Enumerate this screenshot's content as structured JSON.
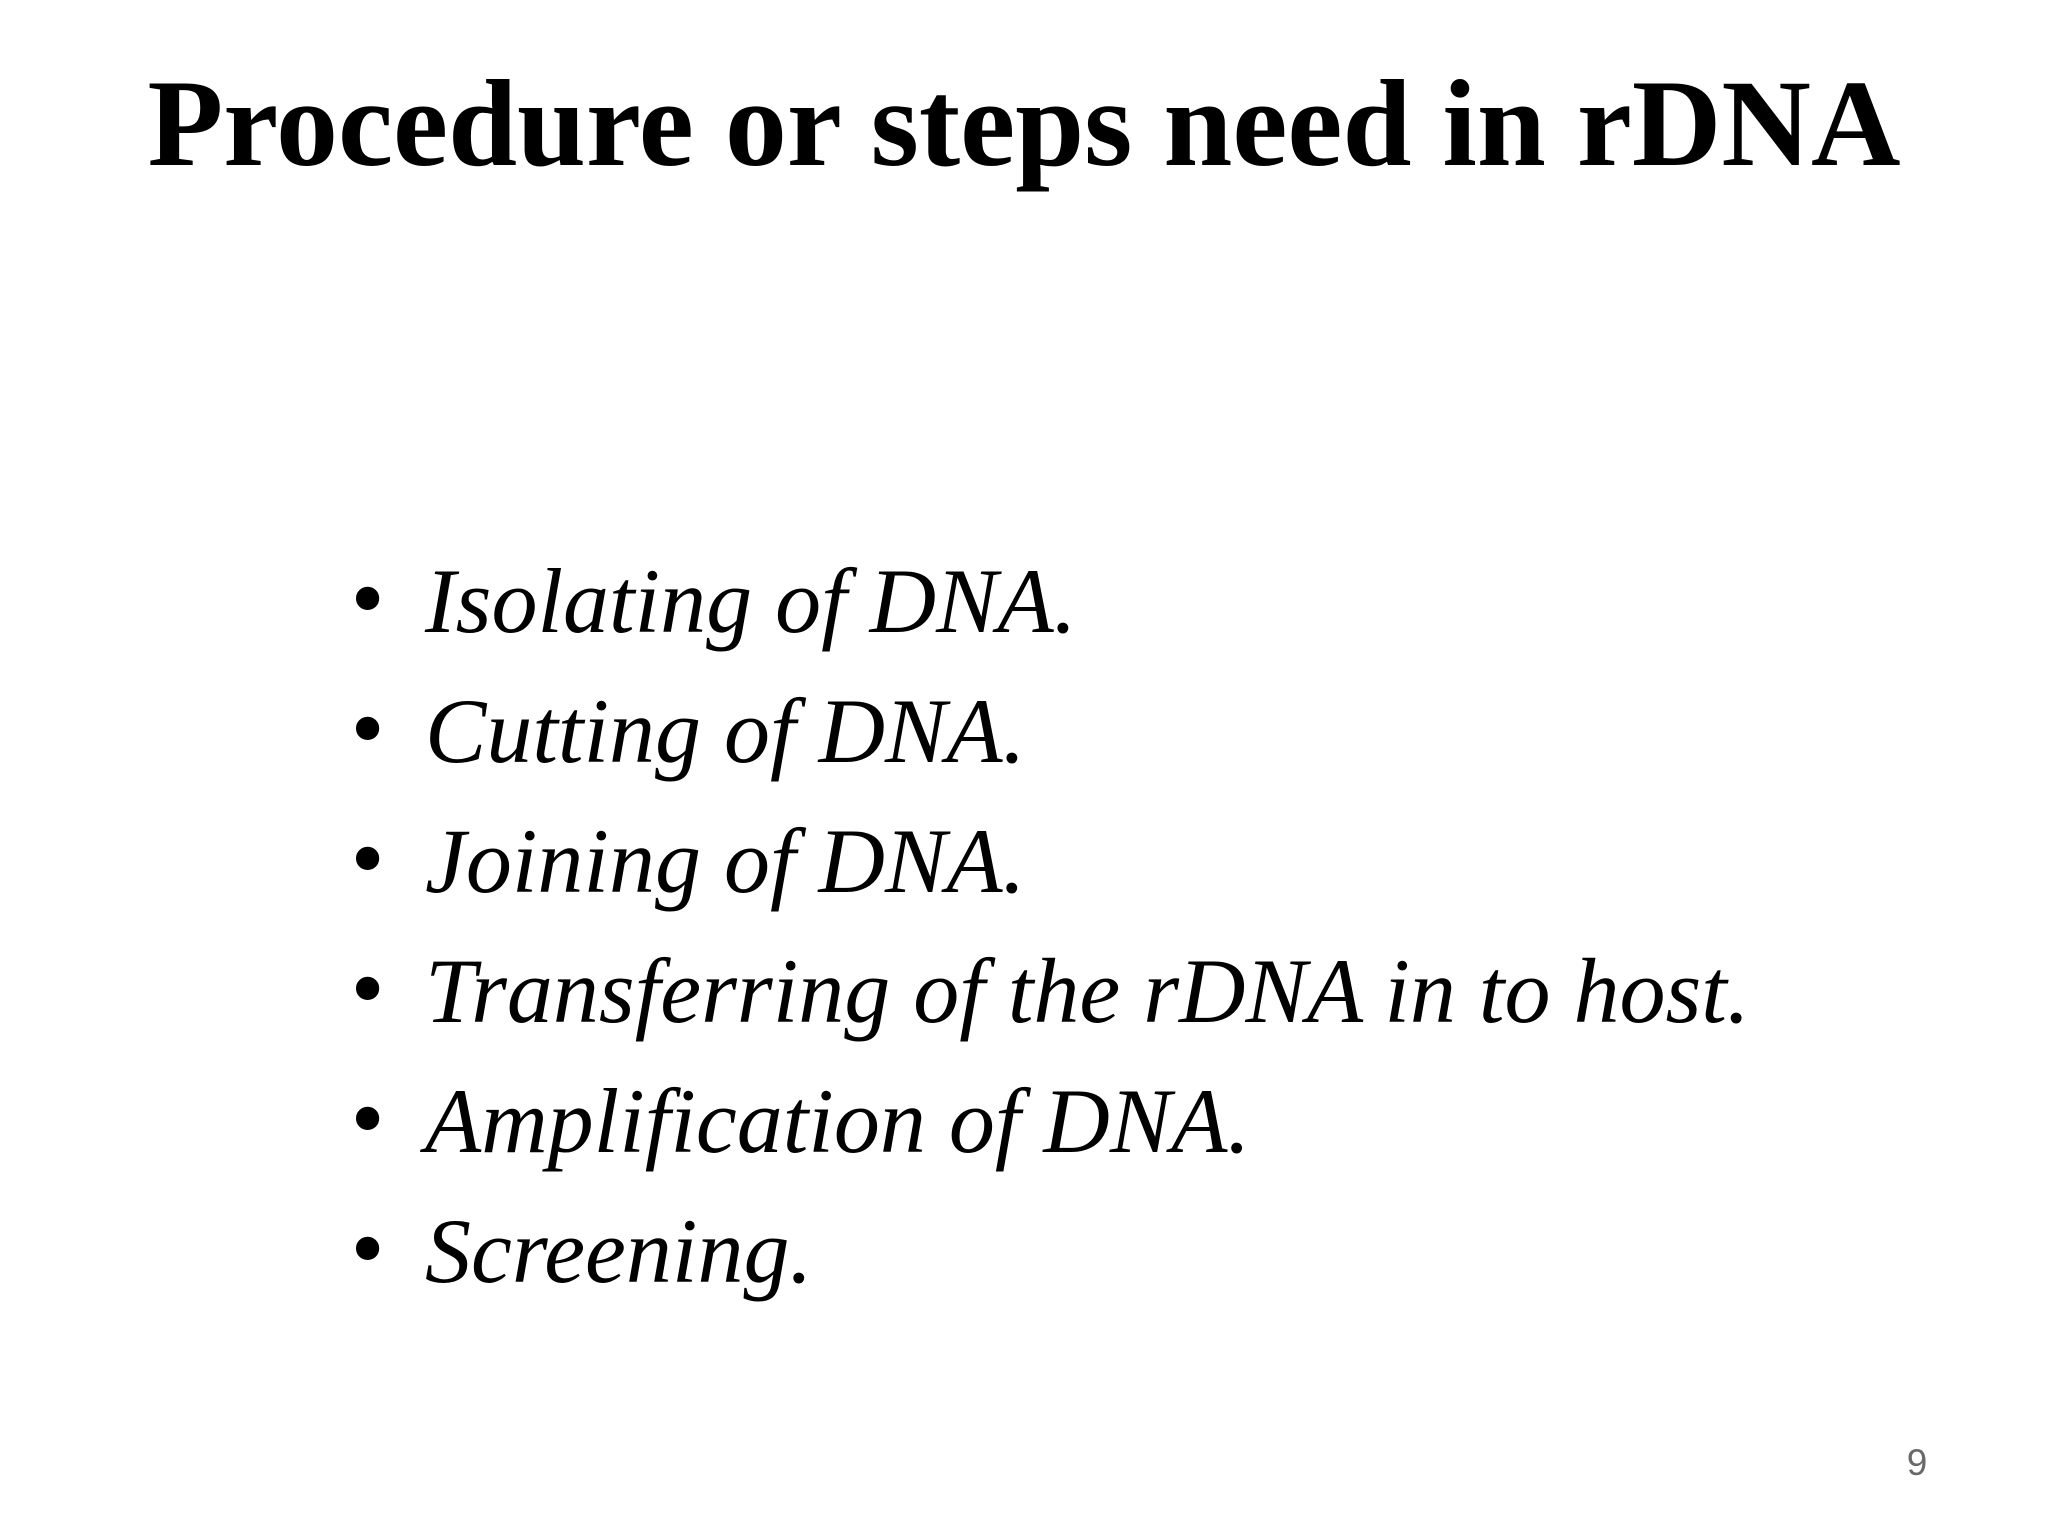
{
  "slide": {
    "title": "Procedure or steps need in rDNA",
    "bullet_char": "•",
    "bullets": [
      "Isolating of DNA.",
      "Cutting of DNA.",
      "Joining of DNA.",
      "Transferring of the rDNA in to host.",
      "Amplification of DNA.",
      "Screening."
    ],
    "page_number": "9",
    "colors": {
      "background": "#ffffff",
      "text": "#000000",
      "page_number": "#696969"
    }
  }
}
